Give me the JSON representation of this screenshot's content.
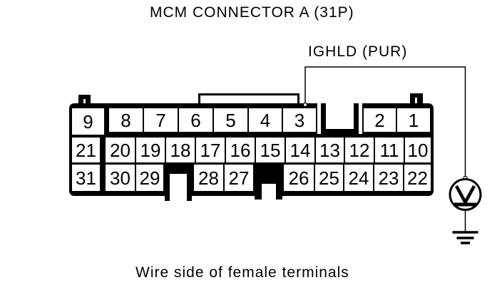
{
  "title": "MCM CONNECTOR A (31P)",
  "wire": {
    "label": "IGHLD (PUR)",
    "probe_pin": "3"
  },
  "connector": {
    "rows": [
      {
        "name": "top-row",
        "pins": [
          "9",
          "8",
          "7",
          "6",
          "5",
          "4",
          "3",
          "2",
          "1"
        ]
      },
      {
        "name": "middle-row",
        "pins": [
          "21",
          "20",
          "19",
          "18",
          "17",
          "16",
          "15",
          "14",
          "13",
          "12",
          "11",
          "10"
        ]
      },
      {
        "name": "bottom-row",
        "pins": [
          "31",
          "30",
          "29",
          "28",
          "27",
          "26",
          "25",
          "24",
          "23",
          "22"
        ]
      }
    ]
  },
  "meter": {
    "symbol": "V",
    "type": "voltmeter"
  },
  "caption": "Wire side of female terminals",
  "colors": {
    "line": "#000000",
    "background": "#ffffff"
  },
  "icons": [
    "voltmeter-icon",
    "ground-icon"
  ]
}
